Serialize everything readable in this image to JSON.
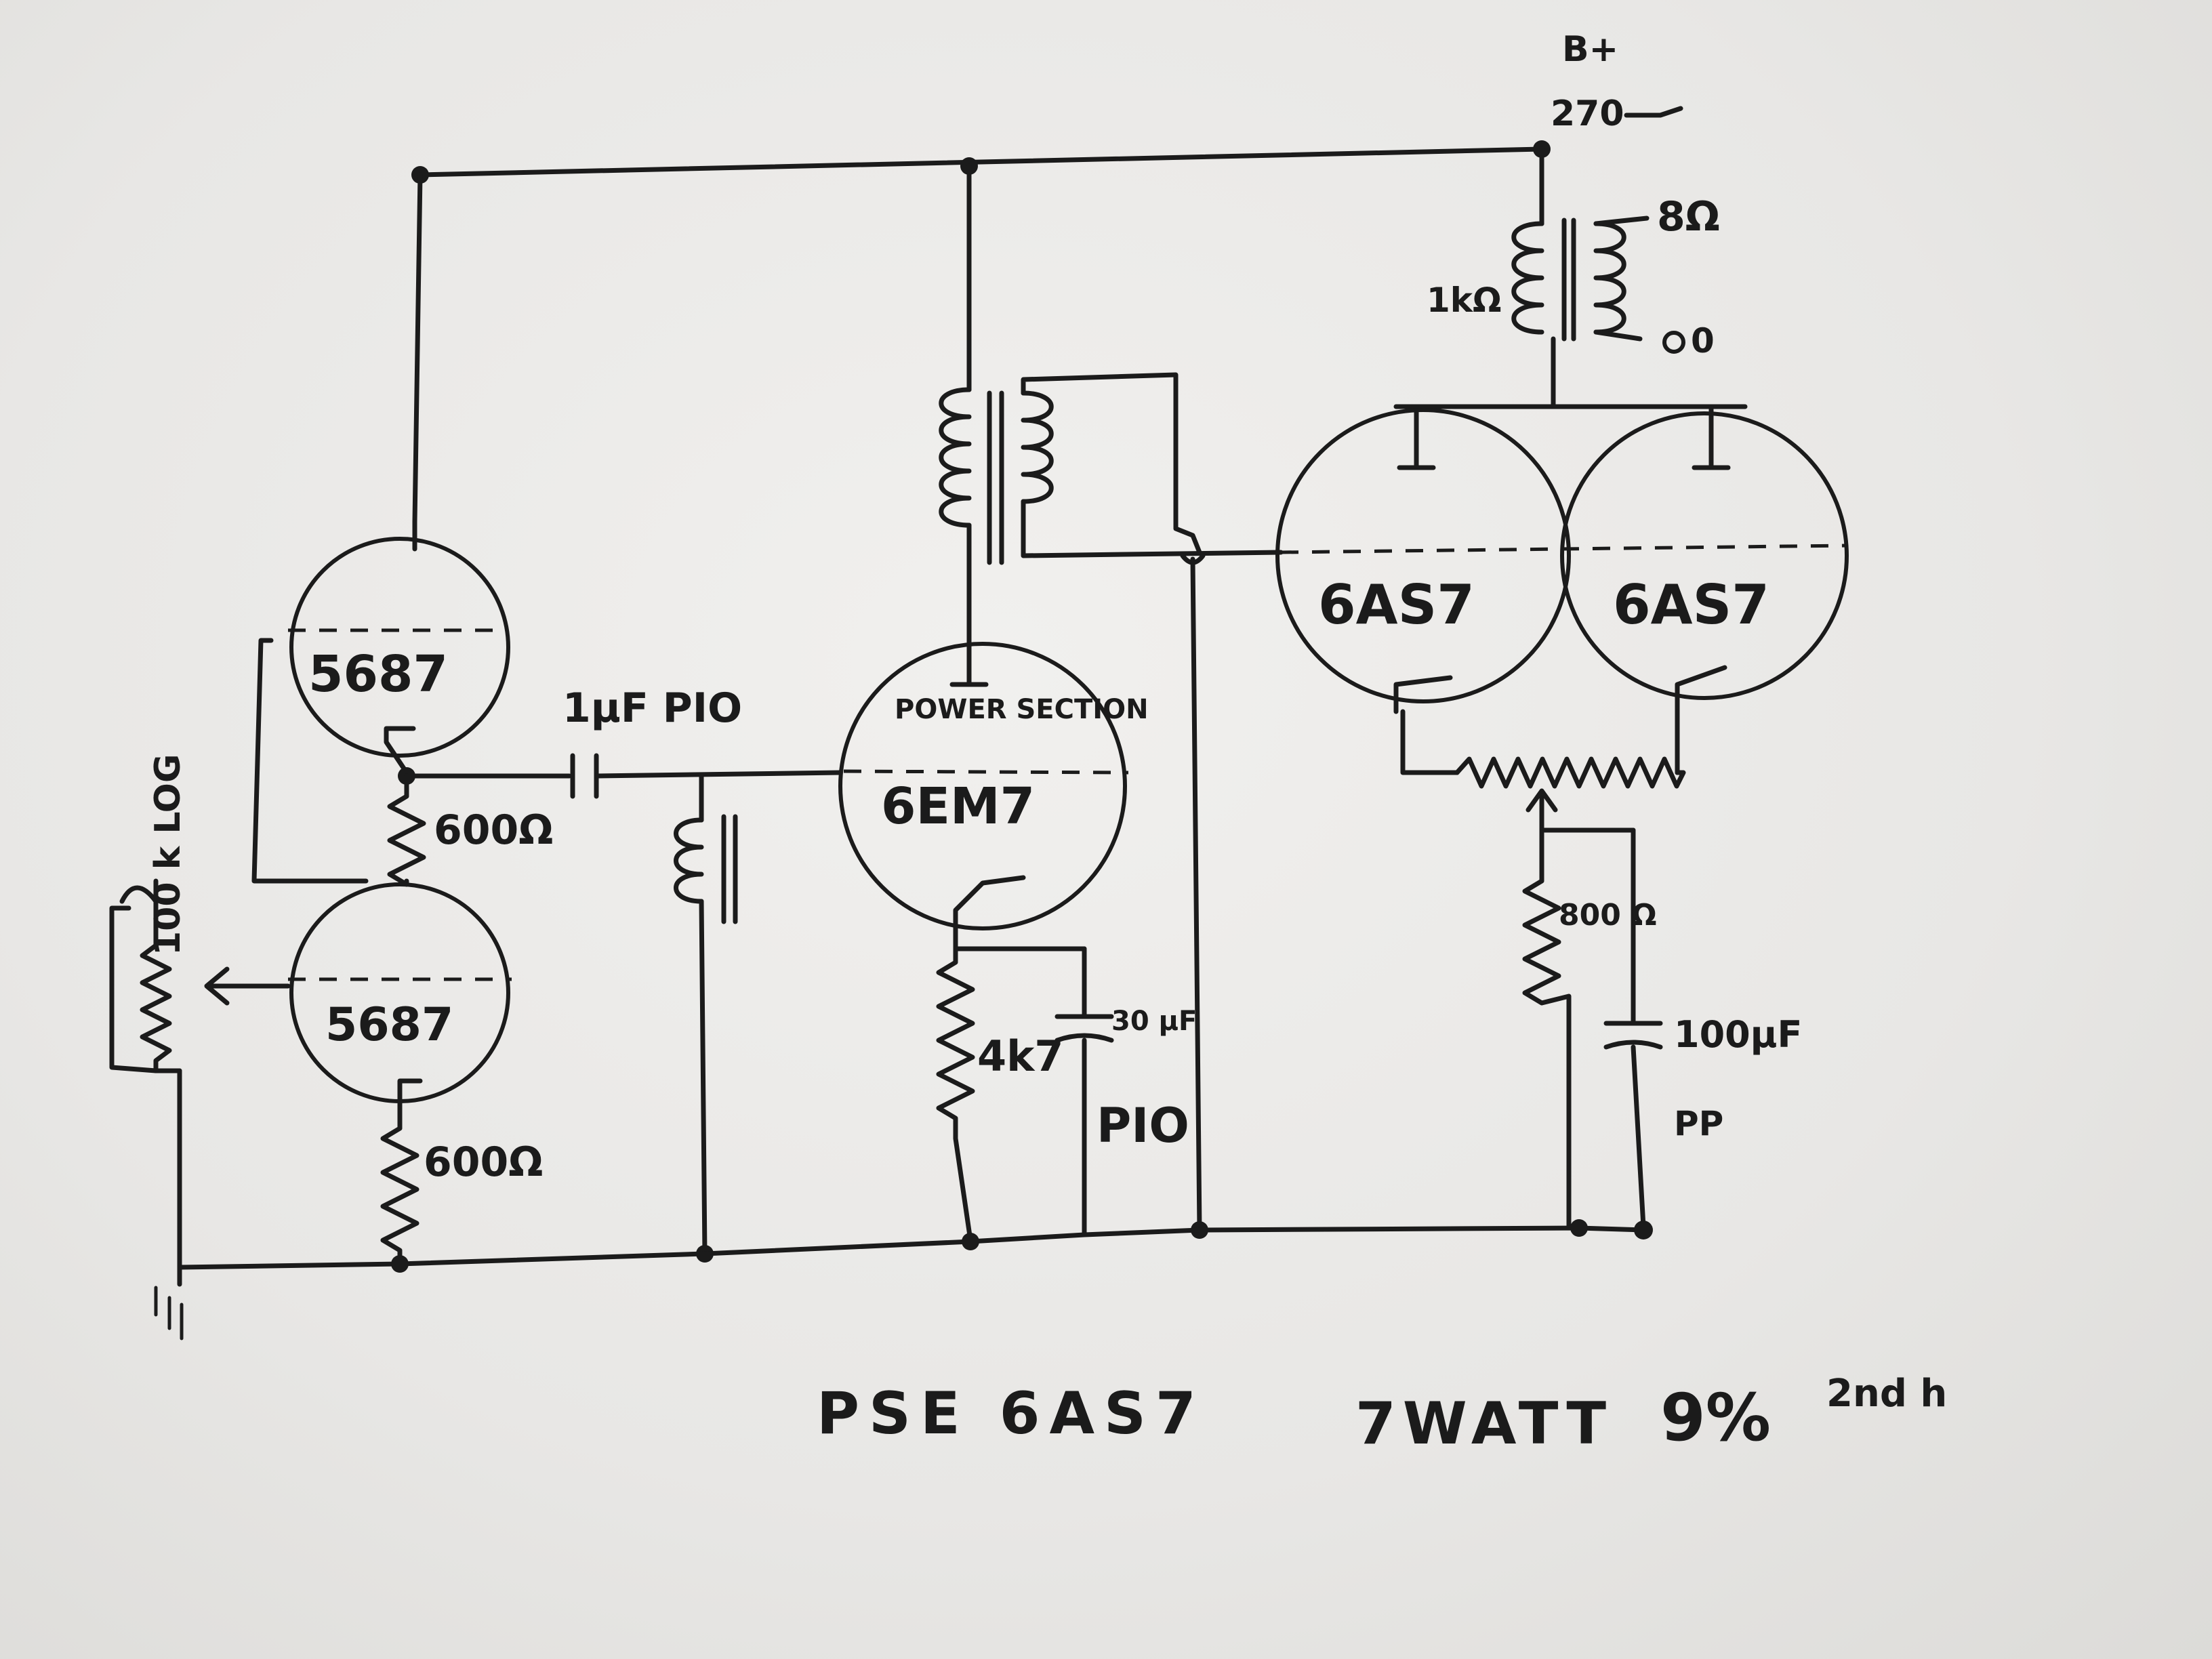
{
  "supply": {
    "label": "B+",
    "voltage": "270"
  },
  "output_transformer": {
    "primary": "1kΩ",
    "secondary_hot": "8Ω",
    "secondary_common": "0"
  },
  "tubes": {
    "upper_5687": "5687",
    "lower_5687": "5687",
    "driver_note": "POWER SECTION",
    "driver": "6EM7",
    "output_left": "6AS7",
    "output_right": "6AS7"
  },
  "components": {
    "pot": "100 k LOG",
    "r_upper": "600Ω",
    "r_lower": "600Ω",
    "coupling_cap": "1μF PIO",
    "r_cathode_driver": "4k7",
    "cap_cathode_driver": "30 μF",
    "cap_cathode_driver_type": "PIO",
    "r_cathode_output": "800 Ω",
    "cap_cathode_output": "100μF",
    "cap_cathode_output_type": "PP"
  },
  "footer": {
    "title": "PSE 6AS7",
    "power": "7WATT",
    "distortion": "9%",
    "harmonic": "2nd h"
  }
}
